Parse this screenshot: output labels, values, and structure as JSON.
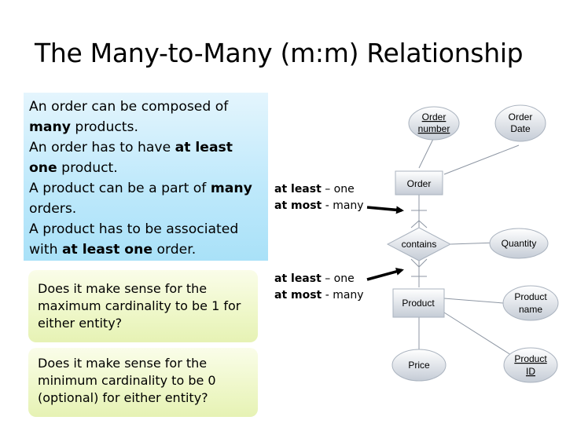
{
  "title": "The Many-to-Many (m:m) Relationship",
  "info": {
    "line1": "An order can be composed of",
    "line2_b": "many",
    "line2": " products.",
    "line3_a": "An order has to have ",
    "line3_b": "at least",
    "line4_b": "one",
    "line4": " product.",
    "line5_a": "A product can be a part of ",
    "line5_b": "many",
    "line6": "orders.",
    "line7": "A product has to be associated",
    "line8_a": "with ",
    "line8_b": "at least one",
    "line8_c": " order."
  },
  "questions": {
    "q1": "Does it make sense for the maximum cardinality to be 1 for either entity?",
    "q2": "Does it make sense for the minimum cardinality to be 0 (optional) for either entity?"
  },
  "cardinality": {
    "top": {
      "line1_b": "at least",
      "line1": " – one",
      "line2_b": "at most",
      "line2": " - many"
    },
    "bottom": {
      "line1_b": "at least",
      "line1": " – one",
      "line2_b": "at most",
      "line2": " - many"
    }
  },
  "diagram": {
    "order_number": {
      "line1": "Order",
      "line2": "number"
    },
    "order_date": {
      "line1": "Order",
      "line2": "Date"
    },
    "order": "Order",
    "contains": "contains",
    "quantity": "Quantity",
    "product": "Product",
    "product_name": {
      "line1": "Product",
      "line2": "name"
    },
    "price": "Price",
    "product_id": {
      "line1": "Product",
      "line2": "ID"
    }
  },
  "colors": {
    "entity_fill_top": "#ffffff",
    "entity_fill_bottom": "#c5ccd6",
    "shape_stroke": "#aab3bf",
    "arrow": "#000000"
  }
}
